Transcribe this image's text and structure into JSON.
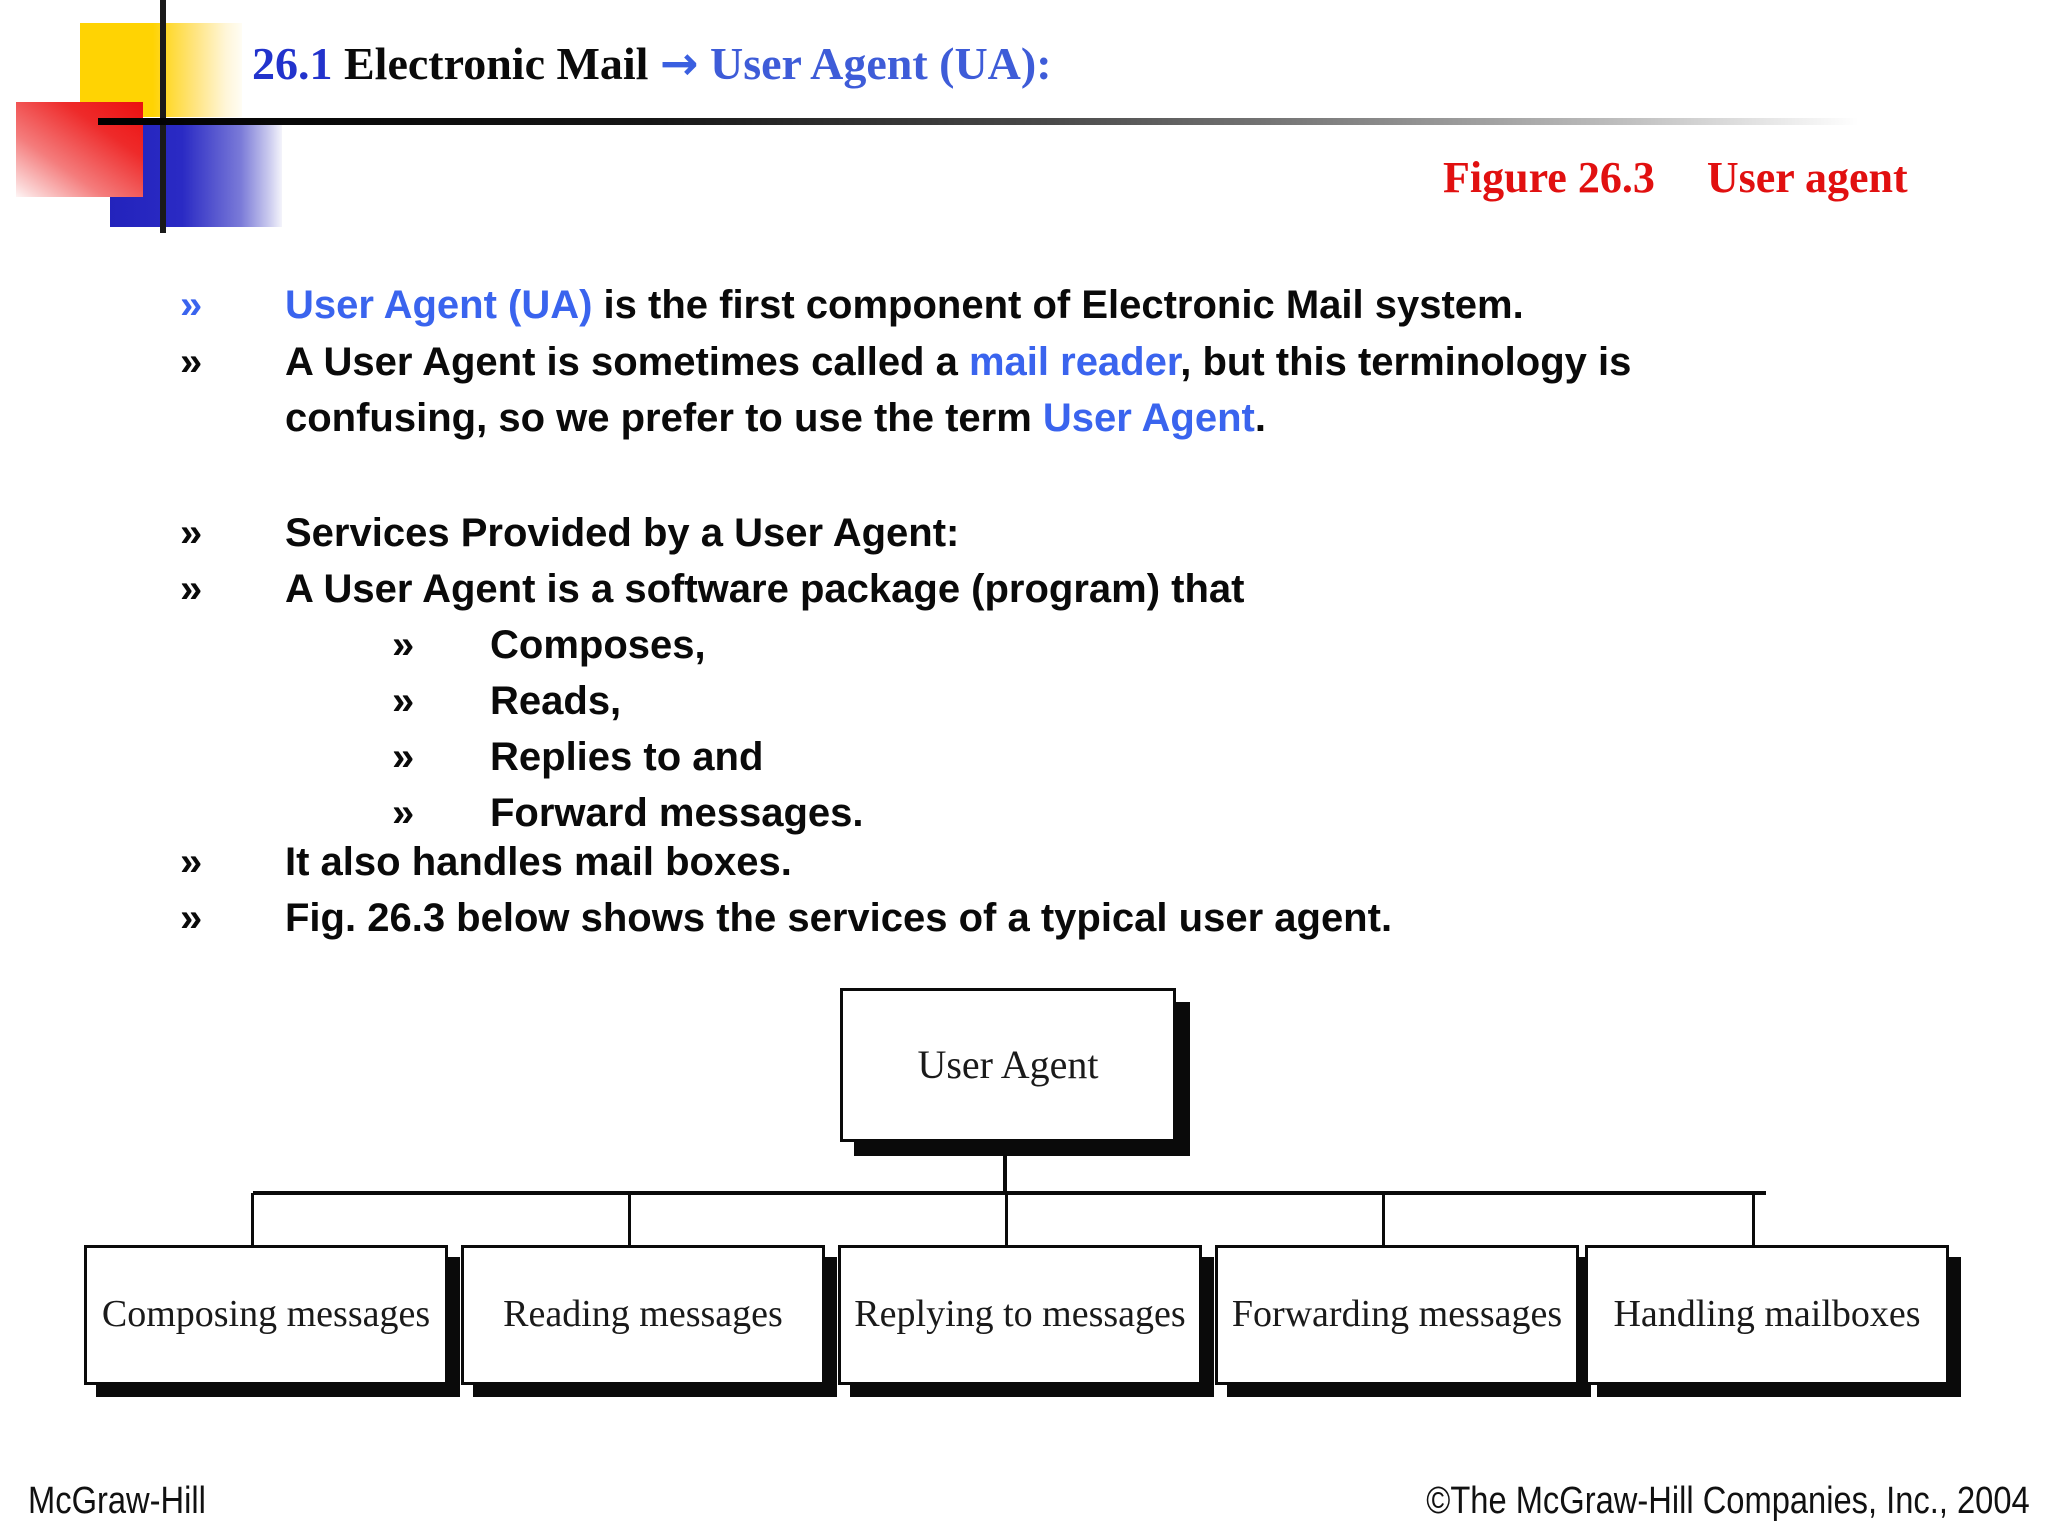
{
  "header": {
    "title_number": "26.1",
    "title_main": " Electronic Mail ",
    "title_arrow": "→",
    "title_suffix": " User Agent (UA):",
    "figure_label": "Figure 26.3",
    "figure_title": "User agent"
  },
  "bullets": {
    "marker": "»",
    "b1": {
      "link": "User Agent (UA)",
      "rest": " is the first component of Electronic Mail system."
    },
    "b2": {
      "pre": "A User Agent is sometimes called a ",
      "link": "mail reader",
      "rest": ", but this terminology is"
    },
    "b2b": {
      "pre": "confusing, so we prefer to use the term ",
      "link": "User Agent",
      "rest": "."
    },
    "b3": "Services Provided by a User Agent:",
    "b4": "A User Agent is a software package (program) that",
    "sub": [
      "Composes,",
      "Reads,",
      "Replies to and",
      "Forward messages."
    ],
    "b5": "It also handles mail boxes.",
    "b6": "Fig. 26.3 below shows the services of a typical user agent."
  },
  "diagram": {
    "root": "User Agent",
    "children": [
      "Composing messages",
      "Reading messages",
      "Replying to messages",
      "Forwarding messages",
      "Handling mailboxes"
    ]
  },
  "footer": {
    "left": "McGraw-Hill",
    "right": "©The McGraw-Hill Companies, Inc., 2004"
  },
  "colors": {
    "title_number_blue": "#2233CC",
    "title_blue": "#3E5CD8",
    "body_link_blue": "#3A64EE",
    "figure_red": "#E11010",
    "logo_yellow": "#FFD303",
    "logo_red": "#EC0F0F",
    "logo_blue": "#2323BC"
  }
}
